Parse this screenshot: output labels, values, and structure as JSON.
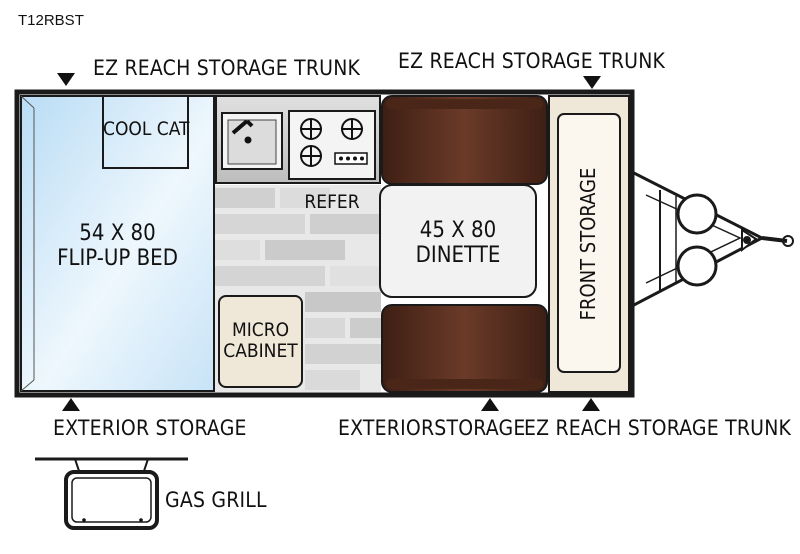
{
  "model": "T12RBST",
  "labels": {
    "trunk_top_left": "EZ REACH STORAGE TRUNK",
    "trunk_top_right": "EZ REACH STORAGE TRUNK",
    "exterior_storage_left": "EXTERIOR STORAGE",
    "exterior_storage_mid": "EXTERIORSTORAGE",
    "trunk_bottom_right": "EZ REACH STORAGE TRUNK",
    "gas_grill": "GAS GRILL",
    "cool_cat": "COOL CAT",
    "bed_line1": "54 X 80",
    "bed_line2": "FLIP-UP BED",
    "refer": "REFER",
    "dinette_line1": "45 X 80",
    "dinette_line2": "DINETTE",
    "micro_line1": "MICRO",
    "micro_line2": "CABINET",
    "front_storage": "FRONT STORAGE"
  },
  "colors": {
    "outline": "#1a1a1a",
    "bed": "#dbeefb",
    "floor_light": "#e6e6e6",
    "floor_dark": "#c9c9c9",
    "seat_brown": "#5b3122",
    "counter": "#d4d4d4",
    "cabinet_cream": "#efe7d8"
  }
}
